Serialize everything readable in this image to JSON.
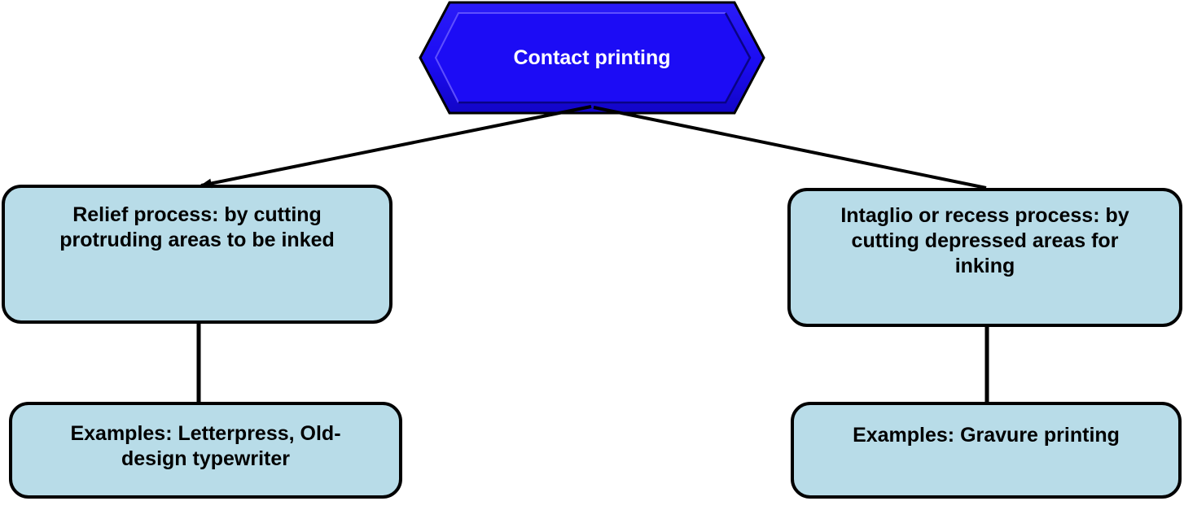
{
  "diagram": {
    "title": "Contact printing",
    "root": {
      "label": "Contact printing",
      "shape": "hexagon"
    },
    "nodes": [
      {
        "id": "relief-process",
        "label": "Relief process: by cutting\nprotruding areas to be inked"
      },
      {
        "id": "intaglio-process",
        "label": "Intaglio or recess process: by\ncutting depressed areas for\ninking"
      },
      {
        "id": "relief-examples",
        "label": "Examples: Letterpress, Old-\ndesign typewriter"
      },
      {
        "id": "intaglio-examples",
        "label": "Examples: Gravure printing"
      }
    ],
    "colors": {
      "node_fill": "#B8DCE8",
      "node_border": "#000000",
      "root_fill": "#1B0CF2",
      "root_bevel_light": "#6A5CFF",
      "root_bevel_dark": "#08027A",
      "root_text": "#FFFFFF",
      "connector": "#000000"
    }
  }
}
